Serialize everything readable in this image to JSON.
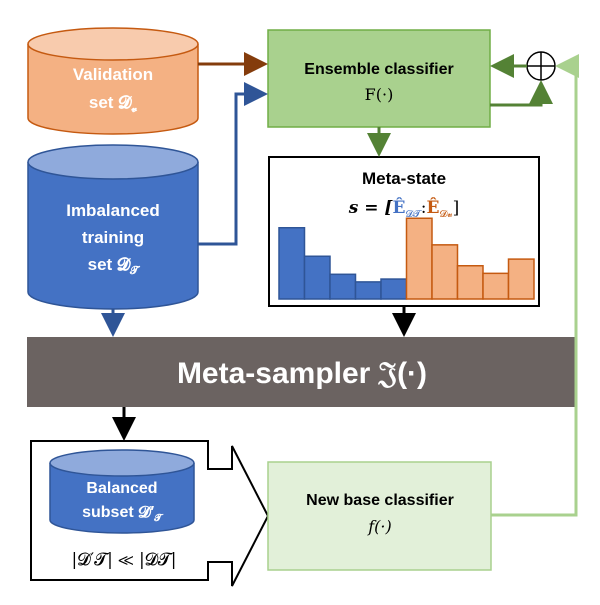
{
  "validation": {
    "line1": "Validation",
    "line2": "set 𝓓",
    "sub": "𝓿"
  },
  "imbalanced": {
    "line1": "Imbalanced",
    "line2": "training",
    "line3": "set 𝓓",
    "sub": "𝓣"
  },
  "ensemble": {
    "line1": "Ensemble classifier",
    "line2": "F(·)"
  },
  "meta_state": {
    "title": "Meta-state",
    "formula_prefix": "s = [",
    "e_train": "Ê",
    "e_train_sub": "𝓓𝓣",
    "colon": ":",
    "e_val": "Ê",
    "e_val_sub": "𝓓𝓿",
    "formula_suffix": "]",
    "hist_train": [
      0.75,
      0.45,
      0.26,
      0.18,
      0.21
    ],
    "hist_val": [
      0.85,
      0.57,
      0.35,
      0.27,
      0.42
    ]
  },
  "meta_sampler": {
    "label": "Meta-sampler 𝔍(·)"
  },
  "balanced": {
    "line1": "Balanced",
    "line2": "subset 𝓓′",
    "sub": "𝓣",
    "relation": "|𝓓′𝓣| ≪ |𝓓𝓣|"
  },
  "new_base": {
    "line1": "New base classifier",
    "line2": "f(·)"
  },
  "colors": {
    "validation_fill": "#F4B183",
    "validation_top": "#F8CBAD",
    "validation_stroke": "#C55A11",
    "imbalanced_fill": "#4472C4",
    "imbalanced_top": "#8FAADC",
    "imbalanced_stroke": "#2F5597",
    "ensemble_fill": "#A9D18E",
    "ensemble_stroke": "#70AD47",
    "meta_sampler_fill": "#6B6361",
    "new_base_fill": "#E2F0D9",
    "new_base_stroke": "#A9D18E",
    "arrow_orange": "#843C0C",
    "arrow_blue": "#2F5597",
    "arrow_green": "#548235",
    "arrow_light_green": "#A9D18E",
    "hist_blue": "#4472C4",
    "hist_orange": "#F4B183"
  }
}
